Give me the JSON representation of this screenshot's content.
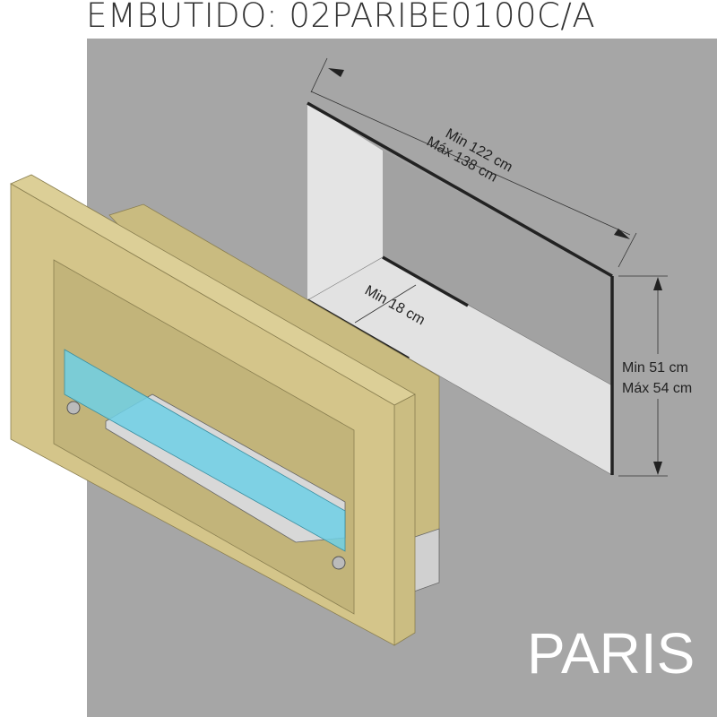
{
  "title": "EMBUTIDO: 02PARIBE0100C/A",
  "brand": "PARIS",
  "dimensions": {
    "width_min": "Min 122 cm",
    "width_max": "Máx 138 cm",
    "depth_min": "Min 18 cm",
    "height_min": "Min 51 cm",
    "height_max": "Máx 54 cm"
  },
  "colors": {
    "wall": "#a6a6a6",
    "frame": "#d4c58a",
    "glass": "#6fd0e6"
  }
}
